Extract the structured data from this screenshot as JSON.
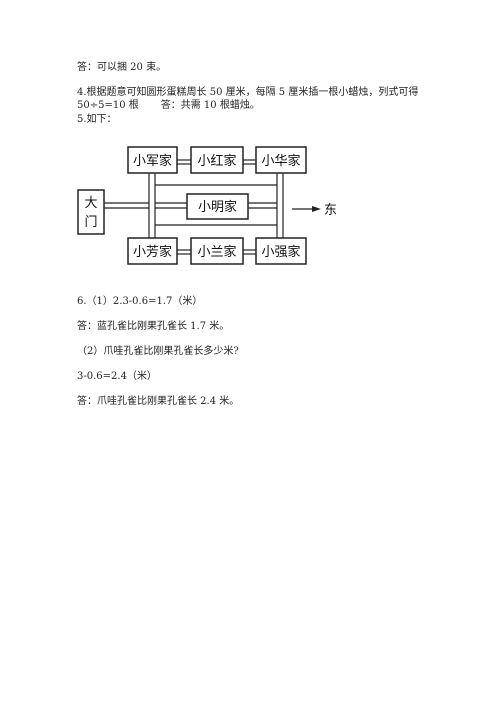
{
  "lines": {
    "l1": "答：可以捆 20 束。",
    "l2": "4.根据题意可知圆形蛋糕周长 50 厘米，每隔 5 厘米插一根小蜡烛，列式可得",
    "l3a": "50÷5=10 根",
    "l3b": "答：共需 10 根蜡烛。",
    "l4": "5.如下：",
    "l5": "6.（1）2.3-0.6=1.7（米）",
    "l6": "答：蓝孔雀比刚果孔雀长 1.7 米。",
    "l7": "（2）爪哇孔雀比刚果孔雀长多少米?",
    "l8": "3-0.6=2.4（米）",
    "l9": "答：爪哇孔雀比刚果孔雀长 2.4 米。"
  },
  "map": {
    "gate": [
      "大",
      "门"
    ],
    "top_row": [
      "小军家",
      "小红家",
      "小华家"
    ],
    "middle": "小明家",
    "bottom_row": [
      "小芳家",
      "小兰家",
      "小强家"
    ],
    "direction": "东"
  }
}
